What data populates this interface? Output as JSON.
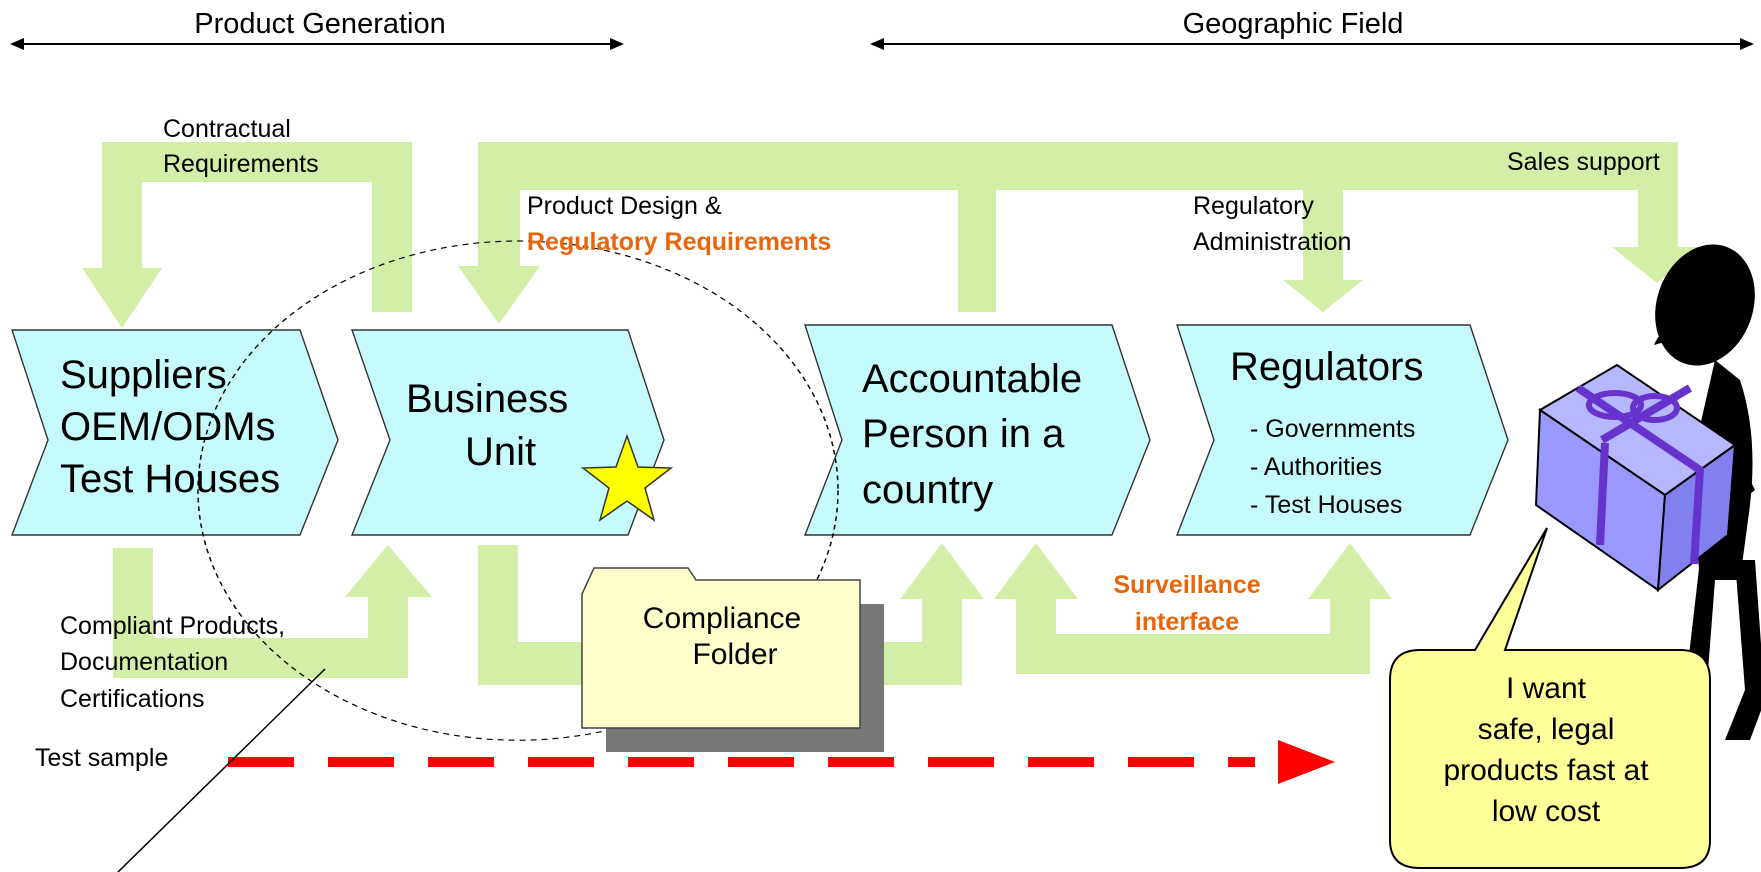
{
  "header": {
    "product_generation": "Product Generation",
    "geographic_field": "Geographic Field"
  },
  "flow_labels": {
    "contractual": [
      "Contractual",
      "Requirements"
    ],
    "product_design": "Product Design &",
    "regulatory_requirements": "Regulatory Requirements",
    "regulatory_admin": [
      "Regulatory",
      "Administration"
    ],
    "sales_support": "Sales support",
    "compliant_products": [
      "Compliant Products,",
      "Documentation",
      "Certifications"
    ],
    "surveillance": [
      "Surveillance",
      "interface"
    ],
    "test_sample": "Test sample"
  },
  "stages": {
    "suppliers": [
      "Suppliers",
      "OEM/ODMs",
      "Test Houses"
    ],
    "business_unit": [
      "Business",
      "Unit"
    ],
    "accountable": [
      "Accountable",
      "Person in a",
      "country"
    ],
    "regulators_title": "Regulators",
    "regulators_items": [
      "- Governments",
      "- Authorities",
      "- Test Houses"
    ]
  },
  "compliance_folder": [
    "Compliance",
    "Folder"
  ],
  "speech_bubble": [
    "I want",
    "safe, legal",
    "products fast at",
    "low cost"
  ],
  "colors": {
    "chevron_fill": "#C6FBFC",
    "flow_band": "#D3EEA6",
    "accent_orange": "#E8650C",
    "test_sample_arrow": "#FF0000",
    "bubble_fill": "#FFFF99",
    "folder_fill": "#FFFFCC",
    "gift_box": "#9999FF",
    "ribbon": "#6633CC",
    "star": "#FFFF00"
  },
  "icons": [
    "star-icon",
    "folder-icon",
    "gift-box-icon",
    "person-figure-icon"
  ]
}
